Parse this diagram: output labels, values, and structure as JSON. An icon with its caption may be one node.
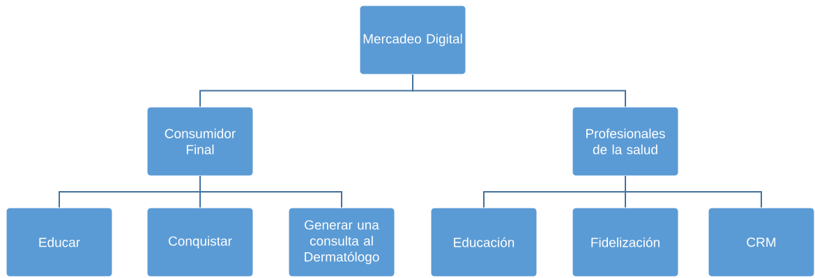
{
  "diagram": {
    "nodes": [
      {
        "text": [
          "Mercadeo Digital"
        ]
      },
      {
        "text": [
          "Consumidor Final"
        ]
      },
      {
        "text": [
          "Profesionales de la salud"
        ]
      },
      {
        "text": [
          "Educar"
        ]
      },
      {
        "text": [
          "Conquistar"
        ]
      },
      {
        "text": [
          "Generar una consulta al Dermatólogo"
        ]
      },
      {
        "text": [
          "Educación"
        ]
      },
      {
        "text": [
          "Fidelización"
        ]
      },
      {
        "text": [
          "CRM"
        ]
      }
    ],
    "edges": [
      {
        "from": 0,
        "to": 1,
        "arrow": "none"
      },
      {
        "from": 0,
        "to": 2,
        "arrow": "none"
      },
      {
        "from": 1,
        "to": 3,
        "arrow": "none"
      },
      {
        "from": 1,
        "to": 4,
        "arrow": "none"
      },
      {
        "from": 1,
        "to": 5,
        "arrow": "none"
      },
      {
        "from": 2,
        "to": 6,
        "arrow": "none"
      },
      {
        "from": 2,
        "to": 7,
        "arrow": "none"
      },
      {
        "from": 2,
        "to": 8,
        "arrow": "none"
      }
    ]
  }
}
